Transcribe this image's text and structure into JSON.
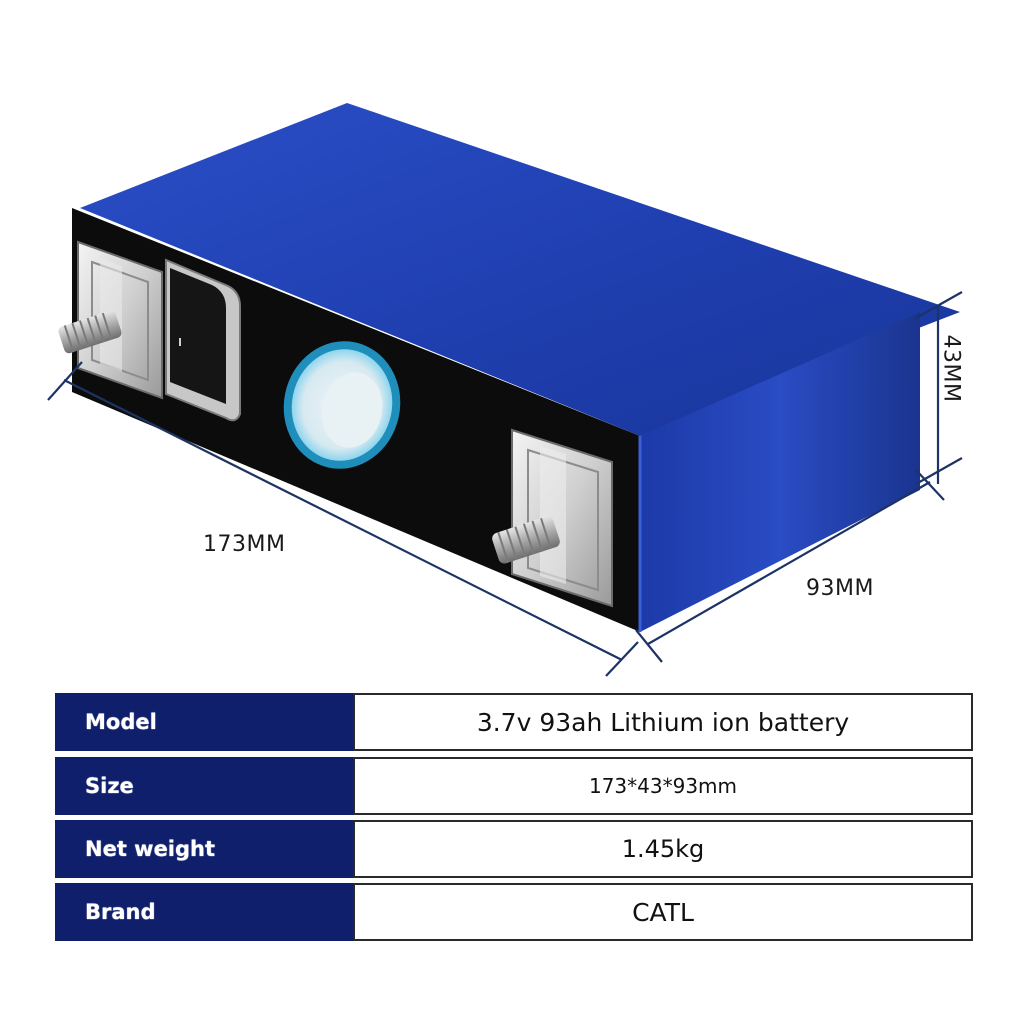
{
  "dimensions": {
    "length": "173MM",
    "width": "93MM",
    "height": "43MM"
  },
  "specs": [
    {
      "label": "Model",
      "value": "3.7v 93ah Lithium ion battery"
    },
    {
      "label": "Size",
      "value": "173*43*93mm"
    },
    {
      "label": "Net weight",
      "value": "1.45kg"
    },
    {
      "label": "Brand",
      "value": "CATL"
    }
  ],
  "colors": {
    "header_cells": "#0f1f6c",
    "casing": "#1f3fb0",
    "dimension_lines": "#1d3366",
    "terminal_face": "#0c0c0c"
  }
}
